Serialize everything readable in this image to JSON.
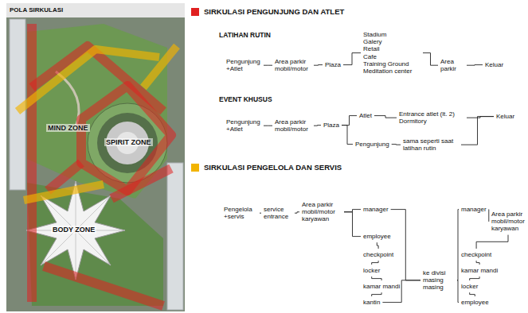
{
  "diagram": {
    "title": "POLA SIRKULASI",
    "nodes": [
      {
        "text": [
          "Pengunjung +Atlet"
        ]
      },
      {
        "text": [
          "Area parkir mobil/motor"
        ]
      },
      {
        "text": [
          "Plaza"
        ]
      },
      {
        "text": [
          "Stadium",
          "Galery",
          "Retail",
          "Cafe",
          "Training Ground",
          "Meditation center"
        ]
      },
      {
        "text": [
          "Area parkir"
        ]
      },
      {
        "text": [
          "Keluar"
        ]
      },
      {
        "text": [
          "Pengunjung +Atlet"
        ]
      },
      {
        "text": [
          "Area parkir mobil/motor"
        ]
      },
      {
        "text": [
          "Plaza"
        ]
      },
      {
        "text": [
          "Atlet"
        ]
      },
      {
        "text": [
          "Entrance atlet (lt. 2)",
          "Dormitory"
        ]
      },
      {
        "text": [
          "Pengunjung"
        ]
      },
      {
        "text": [
          "sama seperti saat latihan rutin"
        ]
      },
      {
        "text": [
          "Keluar"
        ]
      },
      {
        "text": [
          "Pengelola +servis"
        ]
      },
      {
        "text": [
          "service entrance"
        ]
      },
      {
        "text": [
          "Area parkir mobil/motor karyawan"
        ]
      },
      {
        "text": [
          "manager"
        ]
      },
      {
        "text": [
          "employee"
        ]
      },
      {
        "text": [
          "checkpoint"
        ]
      },
      {
        "text": [
          "locker"
        ]
      },
      {
        "text": [
          "kamar mandi"
        ]
      },
      {
        "text": [
          "kantin"
        ]
      },
      {
        "text": [
          "ke divisi masing masing"
        ]
      },
      {
        "text": [
          "manager"
        ]
      },
      {
        "text": [
          "Area parkir mobil/motor karyawan"
        ]
      },
      {
        "text": [
          "checkpoint"
        ]
      },
      {
        "text": [
          "kamar mandi"
        ]
      },
      {
        "text": [
          "locker"
        ]
      },
      {
        "text": [
          "employee"
        ]
      }
    ],
    "edges": [
      {
        "from": 0,
        "to": 1,
        "arrow": "none"
      },
      {
        "from": 1,
        "to": 2,
        "arrow": "none"
      },
      {
        "from": 2,
        "to": 3,
        "arrow": "none"
      },
      {
        "from": 3,
        "to": 4,
        "arrow": "none"
      },
      {
        "from": 4,
        "to": 5,
        "arrow": "none"
      },
      {
        "from": 6,
        "to": 7,
        "arrow": "none"
      },
      {
        "from": 7,
        "to": 8,
        "arrow": "none"
      },
      {
        "from": 8,
        "to": 9,
        "arrow": "none"
      },
      {
        "from": 8,
        "to": 11,
        "arrow": "none"
      },
      {
        "from": 9,
        "to": 10,
        "arrow": "none"
      },
      {
        "from": 11,
        "to": 12,
        "arrow": "none"
      },
      {
        "from": 10,
        "to": 13,
        "arrow": "none"
      },
      {
        "from": 12,
        "to": 13,
        "arrow": "none"
      },
      {
        "from": 14,
        "to": 15,
        "arrow": "none"
      },
      {
        "from": 15,
        "to": 16,
        "arrow": "none"
      },
      {
        "from": 16,
        "to": 17,
        "arrow": "none"
      },
      {
        "from": 16,
        "to": 18,
        "arrow": "none"
      },
      {
        "from": 17,
        "to": 23,
        "arrow": "none"
      },
      {
        "from": 18,
        "to": 19,
        "arrow": "none"
      },
      {
        "from": 19,
        "to": 20,
        "arrow": "none"
      },
      {
        "from": 20,
        "to": 21,
        "arrow": "none"
      },
      {
        "from": 21,
        "to": 22,
        "arrow": "none"
      },
      {
        "from": 22,
        "to": 23,
        "arrow": "none"
      },
      {
        "from": 23,
        "to": 24,
        "arrow": "none"
      },
      {
        "from": 23,
        "to": 29,
        "arrow": "none"
      },
      {
        "from": 24,
        "to": 25,
        "arrow": "none"
      },
      {
        "from": 25,
        "to": 26,
        "arrow": "none"
      },
      {
        "from": 26,
        "to": 27,
        "arrow": "none"
      },
      {
        "from": 27,
        "to": 28,
        "arrow": "none"
      },
      {
        "from": 28,
        "to": 29,
        "arrow": "none"
      }
    ],
    "labels": [
      "LATIHAN RUTIN",
      "EVENT KHUSUS",
      "MIND ZONE",
      "SPIRIT ZONE",
      "BODY ZONE"
    ],
    "legend": [
      {
        "text": "SIRKULASI PENGUNJUNG DAN ATLET",
        "color": "#e02020"
      },
      {
        "text": "SIRKULASI PENGELOLA DAN SERVIS",
        "color": "#f2b400"
      }
    ]
  }
}
